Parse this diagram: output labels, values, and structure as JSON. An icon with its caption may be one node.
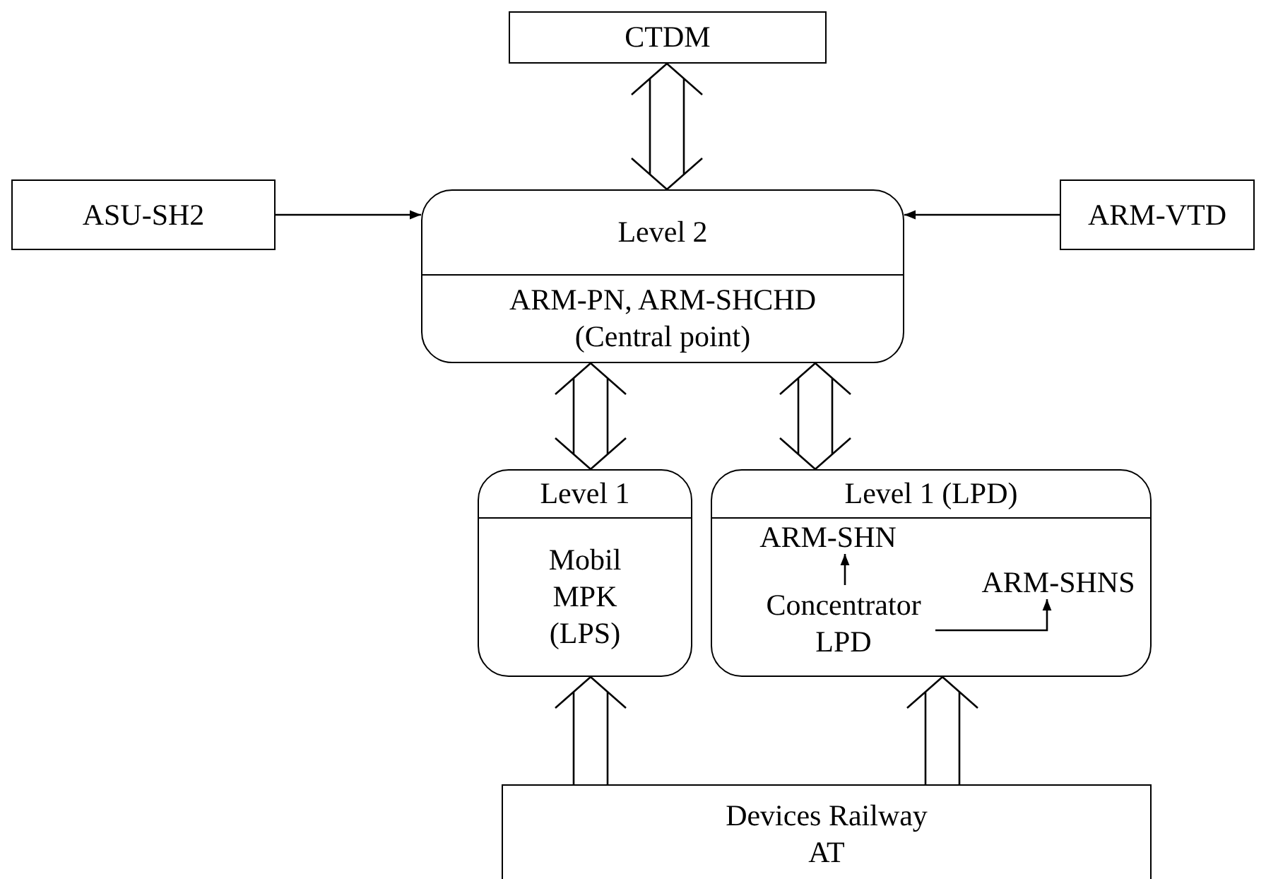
{
  "diagram": {
    "nodes": [
      {
        "text": [
          "CTDM"
        ]
      },
      {
        "text": [
          "ASU-SH2"
        ]
      },
      {
        "text": [
          "ARM-VTD"
        ]
      },
      {
        "text": [
          "Level 2",
          "ARM-PN, ARM-SHCHD (Central point)"
        ]
      },
      {
        "text": [
          "Level 1",
          "Mobil MPK (LPS)"
        ]
      },
      {
        "text": [
          "Level 1 (LPD)"
        ]
      },
      {
        "text": [
          "ARM-SHN"
        ],
        "in": 5
      },
      {
        "text": [
          "Concentrator LPD"
        ],
        "in": 5
      },
      {
        "text": [
          "ARM-SHNS"
        ],
        "in": 5
      },
      {
        "text": [
          "Devices Railway AT"
        ]
      }
    ],
    "edges": [
      {
        "from": 0,
        "to": 3,
        "arrow": "both"
      },
      {
        "from": 1,
        "to": 3,
        "arrow": "to"
      },
      {
        "from": 2,
        "to": 3,
        "arrow": "to"
      },
      {
        "from": 3,
        "to": 4,
        "arrow": "both"
      },
      {
        "from": 3,
        "to": 5,
        "arrow": "both"
      },
      {
        "from": 7,
        "to": 6,
        "arrow": "to"
      },
      {
        "from": 7,
        "to": 8,
        "arrow": "to"
      },
      {
        "from": 9,
        "to": 4,
        "arrow": "to"
      },
      {
        "from": 9,
        "to": 5,
        "arrow": "to"
      }
    ]
  }
}
